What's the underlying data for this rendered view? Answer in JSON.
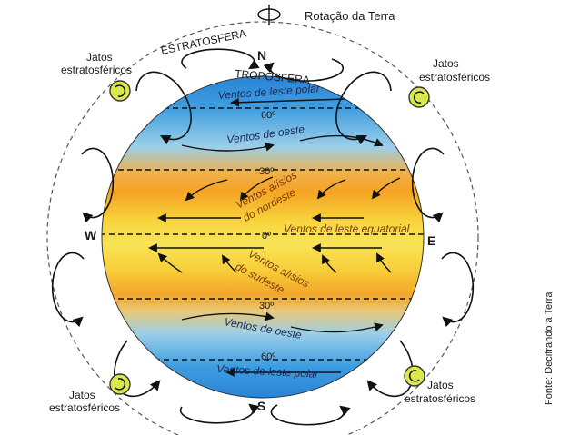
{
  "labels": {
    "rotation": "Rotação da Terra",
    "stratosphere": "ESTRATOSFERA",
    "troposphere": "TROPOSFERA",
    "north": "N",
    "south": "S",
    "west": "W",
    "east": "E",
    "jets_top_left_1": "Jatos",
    "jets_top_left_2": "estratosféricos",
    "jets_top_right_1": "Jatos",
    "jets_top_right_2": "estratosféricos",
    "jets_bottom_left_1": "Jatos",
    "jets_bottom_left_2": "estratosféricos",
    "jets_bottom_right_1": "Jatos",
    "jets_bottom_right_2": "estratosféricos",
    "lat_60_n": "60º",
    "lat_30_n": "30º",
    "lat_0": "0º",
    "lat_30_s": "30º",
    "lat_60_s": "60º",
    "polar_east_n": "Ventos de leste polar",
    "westerlies_n": "Ventos de oeste",
    "trade_ne_1": "Ventos alísios",
    "trade_ne_2": "do nordeste",
    "equatorial_east": "Ventos de leste equatorial",
    "trade_se_1": "Ventos alísios",
    "trade_se_2": "do sudeste",
    "westerlies_s": "Ventos de oeste",
    "polar_east_s": "Ventos de leste polar"
  },
  "source": "Fonte: Decifrando a Terra",
  "colors": {
    "polar": "#1e88d6",
    "mid": "#8cc8e8",
    "tropical": "#f5a623",
    "equator": "#f8e04a",
    "arrow": "#111111"
  }
}
